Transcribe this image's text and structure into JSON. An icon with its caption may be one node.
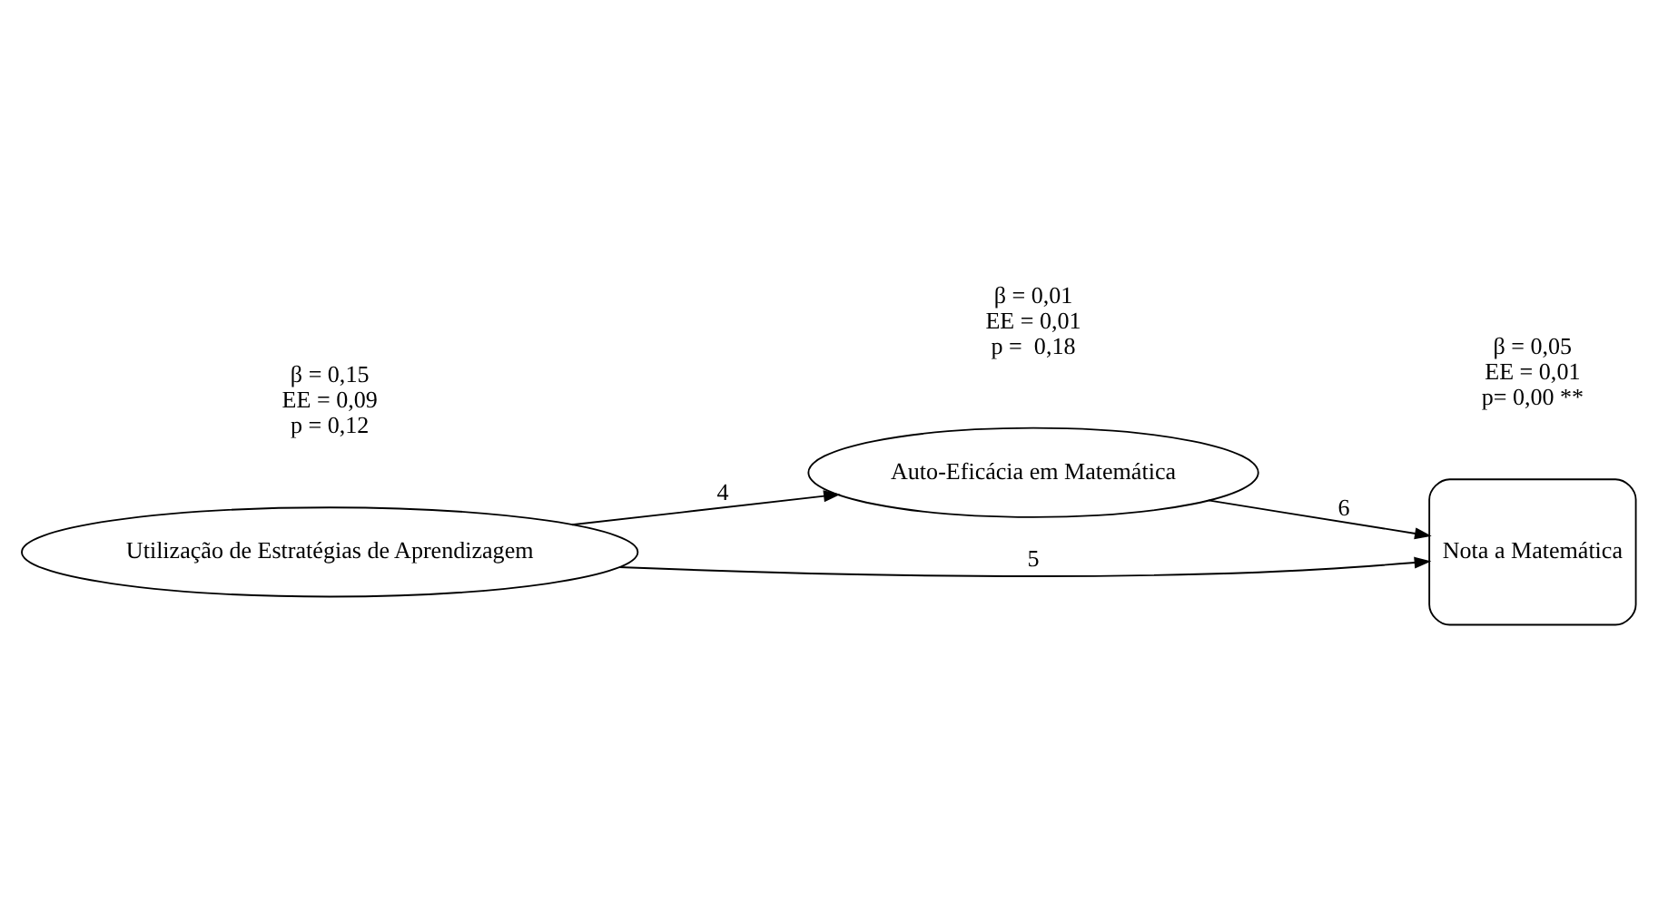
{
  "diagram": {
    "nodes": [
      {
        "text": [
          "Utilização de Estratégias de Aprendizagem"
        ]
      },
      {
        "text": [
          "Auto-Eficácia em Matemática"
        ]
      },
      {
        "text": [
          "Nota a Matemática"
        ]
      }
    ],
    "edges": [
      {
        "from": 0,
        "to": 1,
        "arrow": "to",
        "label": "4"
      },
      {
        "from": 1,
        "to": 2,
        "arrow": "to",
        "label": "6"
      },
      {
        "from": 0,
        "to": 2,
        "arrow": "to",
        "label": "5"
      }
    ],
    "labels": [
      "β = 0,15",
      "EE = 0,09",
      "p = 0,12",
      "β = 0,05",
      "EE = 0,01",
      "p= 0,00 **",
      "β = 0,01",
      "EE = 0,01",
      "p =  0,18"
    ]
  }
}
